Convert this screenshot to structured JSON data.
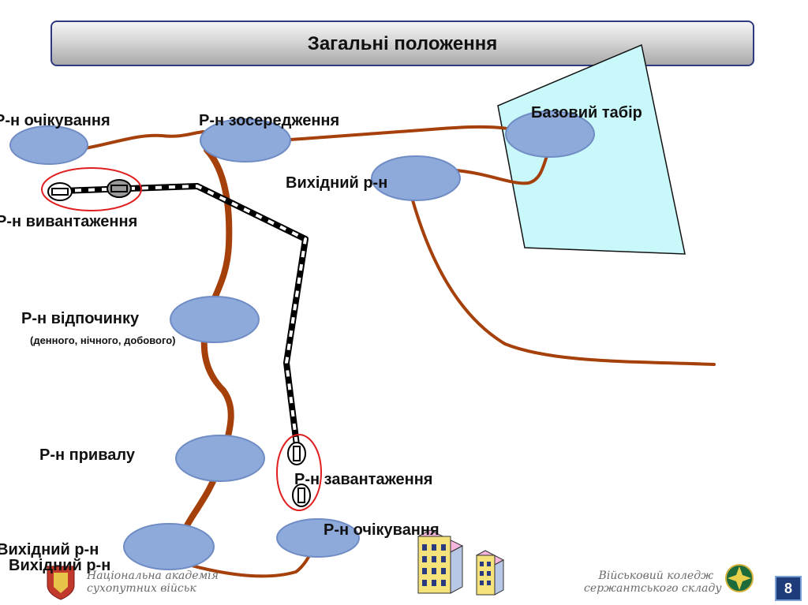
{
  "slide": {
    "title": "Загальні положення",
    "page_number": "8"
  },
  "labels": {
    "waiting_area_top": "Р-н очікування",
    "concentration_area": "Р-н зосередження",
    "base_camp": "Базовий табір",
    "starting_area_right": "Вихідний р-н",
    "unloading_area": "Р-н вивантаження",
    "rest_area": "Р-н відпочинку",
    "rest_area_note": "(денного, нічного, добового)",
    "halt_area": "Р-н привалу",
    "loading_area": "Р-н завантаження",
    "waiting_area_bottom": "Р-н очікування",
    "starting_area_bottom_1": "Вихідний р-н",
    "starting_area_bottom_2": "Вихідний р-н"
  },
  "footer": {
    "left_line1": "Національна академія",
    "left_line2": "сухопутних військ",
    "right_line1": "Військовий коледж",
    "right_line2": "сержантського складу"
  },
  "colors": {
    "area_fill": "#8eaadb",
    "area_stroke": "#6f8cc4",
    "route": "#a5400a",
    "base_fill": "#c9f8fb",
    "highlight_ellipse": "#e02020",
    "railway": "#000000",
    "title_border": "#2e3a7d"
  },
  "icons": [
    "train-car-icon",
    "building-icon",
    "emblem-icon"
  ]
}
